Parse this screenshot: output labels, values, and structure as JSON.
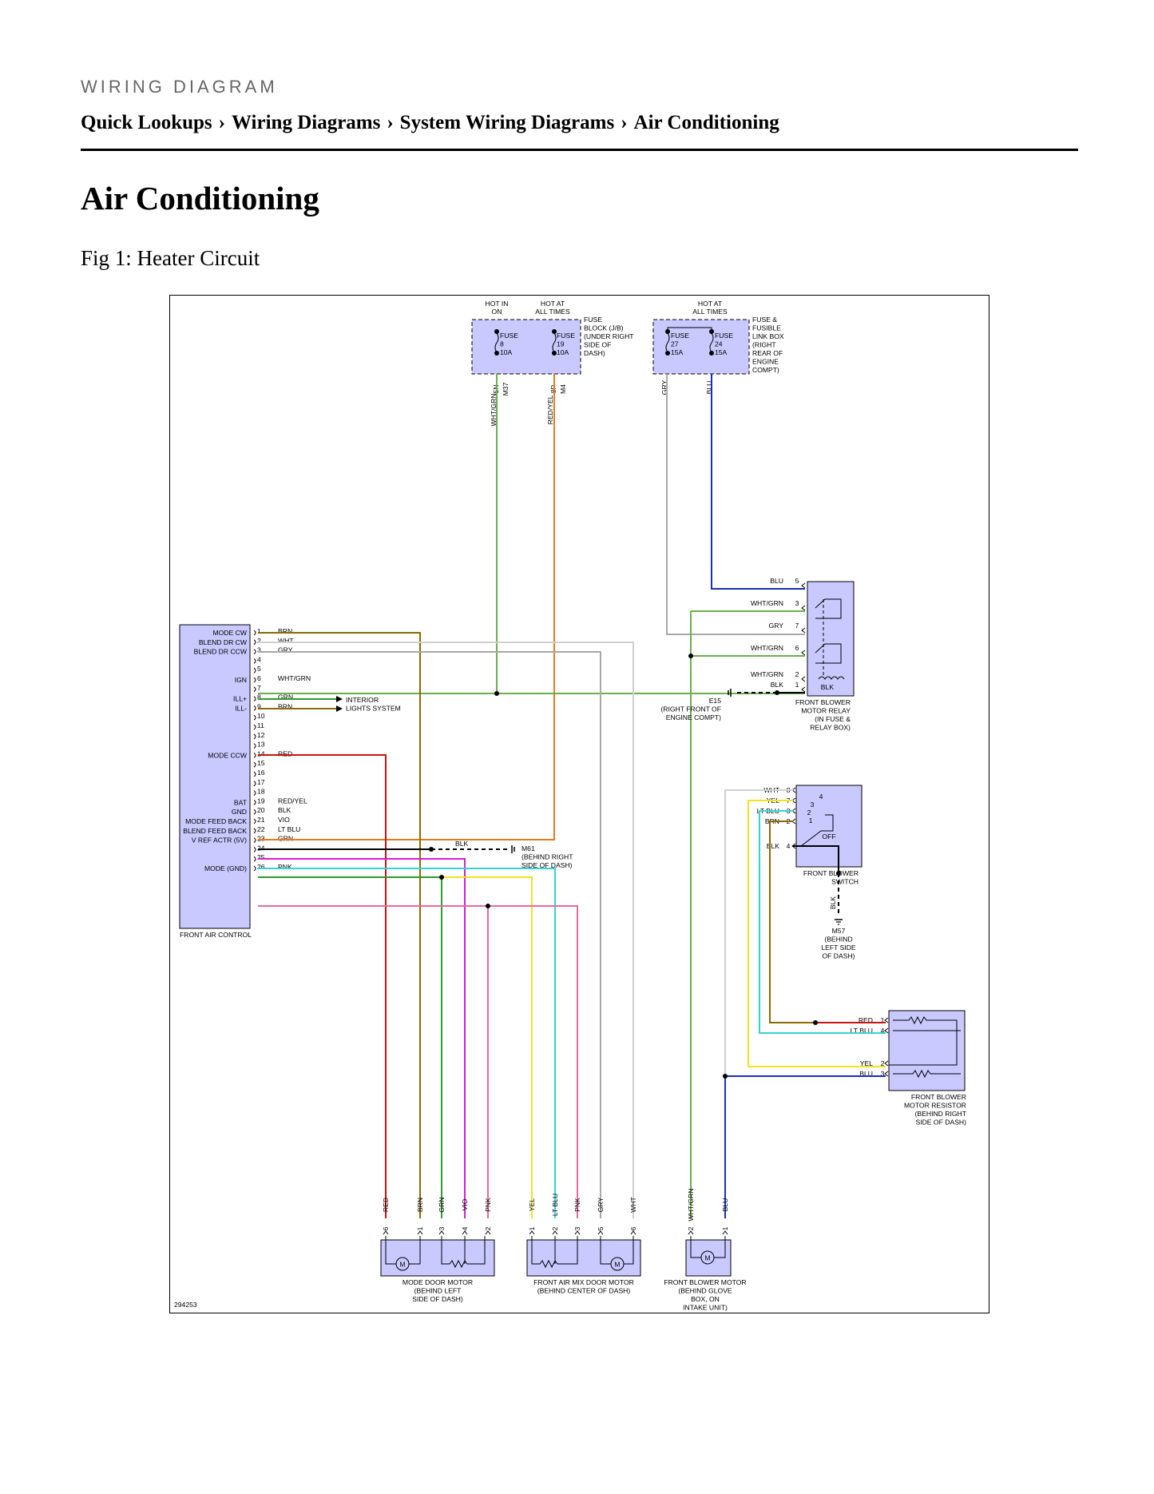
{
  "eyebrow": "WIRING DIAGRAM",
  "breadcrumb": [
    "Quick Lookups",
    "Wiring Diagrams",
    "System Wiring Diagrams",
    "Air Conditioning"
  ],
  "breadcrumb_separator": "›",
  "title": "Air Conditioning",
  "figure_caption": "Fig 1: Heater Circuit",
  "diagram": {
    "figure_id": "294253",
    "colors": {
      "box": "#c9c8ff",
      "frame": "#000000"
    },
    "fuse_block_1": {
      "labels": [
        "HOT IN",
        "ON",
        "HOT AT",
        "ALL TIMES"
      ],
      "desc": [
        "FUSE",
        "BLOCK (J/B)",
        "(UNDER RIGHT",
        "SIDE OF",
        "DASH)"
      ],
      "fuses": [
        [
          "FUSE",
          "8",
          "10A"
        ],
        [
          "FUSE",
          "19",
          "10A"
        ]
      ],
      "pins": [
        "5N",
        "M37",
        "8P",
        "M4"
      ],
      "wires": [
        "WHT/GRN",
        "RED/YEL"
      ]
    },
    "fuse_block_2": {
      "labels": [
        "HOT AT",
        "ALL TIMES"
      ],
      "desc": [
        "FUSE &",
        "FUSIBLE",
        "LINK BOX",
        "(RIGHT",
        "REAR OF",
        "ENGINE",
        "COMPT)"
      ],
      "fuses": [
        [
          "FUSE",
          "27",
          "15A"
        ],
        [
          "FUSE",
          "24",
          "15A"
        ]
      ],
      "wires": [
        "GRY",
        "BLU"
      ]
    },
    "front_air_control": {
      "name": "FRONT AIR CONTROL",
      "functions": [
        "MODE CW",
        "BLEND DR CW",
        "BLEND DR CCW",
        "IGN",
        "ILL+",
        "ILL-",
        "MODE CCW",
        "BAT",
        "GND",
        "MODE FEED BACK",
        "BLEND FEED BACK",
        "V REF ACTR (5V)",
        "MODE (GND)"
      ],
      "pins": [
        {
          "pin": "1",
          "wire": "BRN",
          "color": "#8a6a00"
        },
        {
          "pin": "2",
          "wire": "WHT",
          "color": "#cfcfcf"
        },
        {
          "pin": "3",
          "wire": "GRY",
          "color": "#a8a8a8"
        },
        {
          "pin": "4",
          "wire": "",
          "color": ""
        },
        {
          "pin": "5",
          "wire": "",
          "color": ""
        },
        {
          "pin": "6",
          "wire": "WHT/GRN",
          "color": "#6ab04c"
        },
        {
          "pin": "7",
          "wire": "",
          "color": ""
        },
        {
          "pin": "8",
          "wire": "GRN",
          "color": "#2e9b2e"
        },
        {
          "pin": "9",
          "wire": "BRN",
          "color": "#8a6a00"
        },
        {
          "pin": "10",
          "wire": "",
          "color": ""
        },
        {
          "pin": "11",
          "wire": "",
          "color": ""
        },
        {
          "pin": "12",
          "wire": "",
          "color": ""
        },
        {
          "pin": "13",
          "wire": "",
          "color": ""
        },
        {
          "pin": "14",
          "wire": "RED",
          "color": "#cc1111"
        },
        {
          "pin": "15",
          "wire": "",
          "color": ""
        },
        {
          "pin": "16",
          "wire": "",
          "color": ""
        },
        {
          "pin": "17",
          "wire": "",
          "color": ""
        },
        {
          "pin": "18",
          "wire": "",
          "color": ""
        },
        {
          "pin": "19",
          "wire": "RED/YEL",
          "color": "#e87a1e"
        },
        {
          "pin": "20",
          "wire": "BLK",
          "color": "#000000"
        },
        {
          "pin": "21",
          "wire": "VIO",
          "color": "#d21fd2"
        },
        {
          "pin": "22",
          "wire": "LT BLU",
          "color": "#35d4d4"
        },
        {
          "pin": "23",
          "wire": "GRN",
          "color": "#2e9b2e"
        },
        {
          "pin": "24",
          "wire": "",
          "color": ""
        },
        {
          "pin": "25",
          "wire": "",
          "color": ""
        },
        {
          "pin": "26",
          "wire": "PNK",
          "color": "#e86a9b"
        }
      ]
    },
    "interior_lights": [
      "INTERIOR",
      "LIGHTS SYSTEM"
    ],
    "ground_m61": [
      "M61",
      "(BEHIND RIGHT",
      "SIDE OF DASH)"
    ],
    "ground_m61_wire": "BLK",
    "ground_e15": [
      "E15",
      "(RIGHT FRONT OF",
      "ENGINE COMPT)"
    ],
    "ground_m57": [
      "M57",
      "(BEHIND",
      "LEFT SIDE",
      "OF DASH)"
    ],
    "ground_m57_wire": "BLK",
    "relay": {
      "name": [
        "FRONT BLOWER",
        "MOTOR RELAY",
        "(IN FUSE &",
        "RELAY BOX)"
      ],
      "pins": [
        {
          "wire": "BLU",
          "pin": "5"
        },
        {
          "wire": "WHT/GRN",
          "pin": "3"
        },
        {
          "wire": "GRY",
          "pin": "7"
        },
        {
          "wire": "WHT/GRN",
          "pin": "6"
        },
        {
          "wire": "WHT/GRN",
          "pin": "2"
        },
        {
          "wire": "BLK",
          "pin": "1"
        }
      ]
    },
    "blower_switch": {
      "name": [
        "FRONT BLOWER",
        "SWITCH"
      ],
      "pins": [
        {
          "wire": "WHT",
          "pin": "8"
        },
        {
          "wire": "YEL",
          "pin": "7"
        },
        {
          "wire": "LT BLU",
          "pin": "3"
        },
        {
          "wire": "BRN",
          "pin": "2"
        },
        {
          "wire": "BLK",
          "pin": "4"
        }
      ],
      "positions": [
        "4",
        "3",
        "2",
        "1",
        "OFF"
      ]
    },
    "resistor": {
      "name": [
        "FRONT BLOWER",
        "MOTOR RESISTOR",
        "(BEHIND RIGHT",
        "SIDE OF DASH)"
      ],
      "pins": [
        {
          "wire": "RED",
          "pin": "1"
        },
        {
          "wire": "LT BLU",
          "pin": "4"
        },
        {
          "wire": "YEL",
          "pin": "2"
        },
        {
          "wire": "BLU",
          "pin": "3"
        }
      ]
    },
    "mode_door_motor": {
      "name": [
        "MODE DOOR MOTOR",
        "(BEHIND LEFT",
        "SIDE OF DASH)"
      ],
      "pins": [
        {
          "wire": "RED",
          "pin": "6"
        },
        {
          "wire": "BRN",
          "pin": "1"
        },
        {
          "wire": "GRN",
          "pin": "3"
        },
        {
          "wire": "VIO",
          "pin": "4"
        },
        {
          "wire": "PNK",
          "pin": "2"
        }
      ]
    },
    "mix_door_motor": {
      "name": [
        "FRONT AIR MIX DOOR MOTOR",
        "(BEHIND CENTER OF DASH)"
      ],
      "pins": [
        {
          "wire": "YEL",
          "pin": "1"
        },
        {
          "wire": "LT BLU",
          "pin": "2"
        },
        {
          "wire": "PNK",
          "pin": "3"
        },
        {
          "wire": "GRY",
          "pin": "5"
        },
        {
          "wire": "WHT",
          "pin": "6"
        }
      ]
    },
    "blower_motor": {
      "name": [
        "FRONT BLOWER MOTOR",
        "(BEHIND GLOVE",
        "BOX, ON",
        "INTAKE UNIT)"
      ],
      "pins": [
        {
          "wire": "WHT/GRN",
          "pin": "2"
        },
        {
          "wire": "BLU",
          "pin": "1"
        }
      ]
    },
    "motor_symbol": "M"
  }
}
